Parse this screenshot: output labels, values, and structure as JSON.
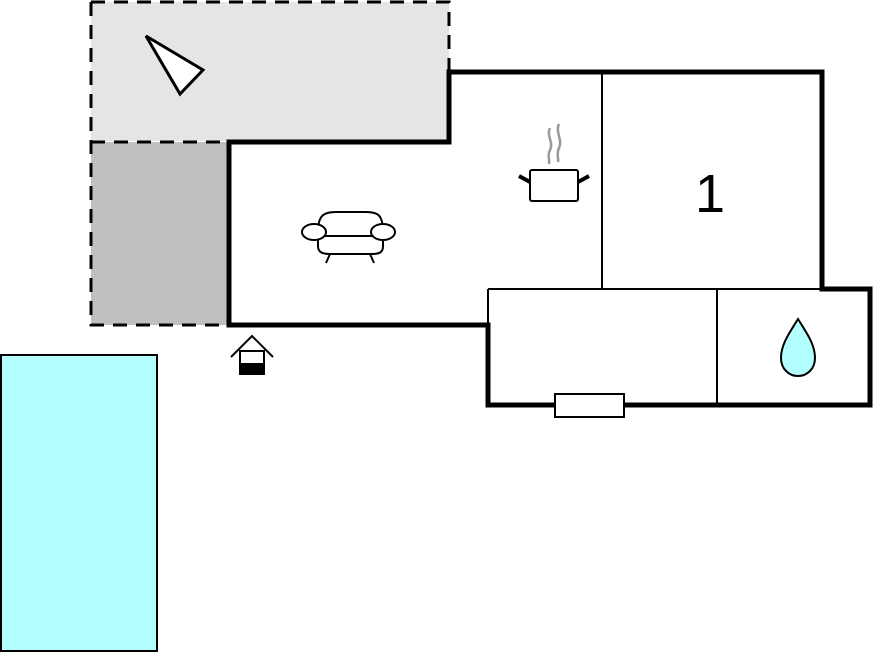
{
  "diagram": {
    "type": "floor-plan",
    "colors": {
      "wall": "#000000",
      "terrace_light": "#e5e5e5",
      "terrace_dark": "#c0c0c0",
      "pool": "#b3ffff",
      "water_drop": "#b3ffff",
      "steam": "#999999",
      "background": "#ffffff"
    },
    "rooms": [
      {
        "id": "terrace-upper",
        "kind": "terrace",
        "icon": "sun-direction-triangle-icon"
      },
      {
        "id": "terrace-lower",
        "kind": "covered-terrace"
      },
      {
        "id": "living-room",
        "kind": "living-room",
        "icon": "sofa-icon"
      },
      {
        "id": "kitchen",
        "kind": "kitchen",
        "icon": "cooking-pot-icon"
      },
      {
        "id": "bedroom-1",
        "kind": "bedroom",
        "label": "1"
      },
      {
        "id": "hallway",
        "kind": "hallway",
        "icon": "window-icon"
      },
      {
        "id": "bathroom",
        "kind": "bathroom",
        "icon": "water-drop-icon"
      },
      {
        "id": "pool",
        "kind": "swimming-pool"
      }
    ],
    "entrance": {
      "icon": "entrance-house-icon"
    },
    "bedroom_label": "1"
  }
}
